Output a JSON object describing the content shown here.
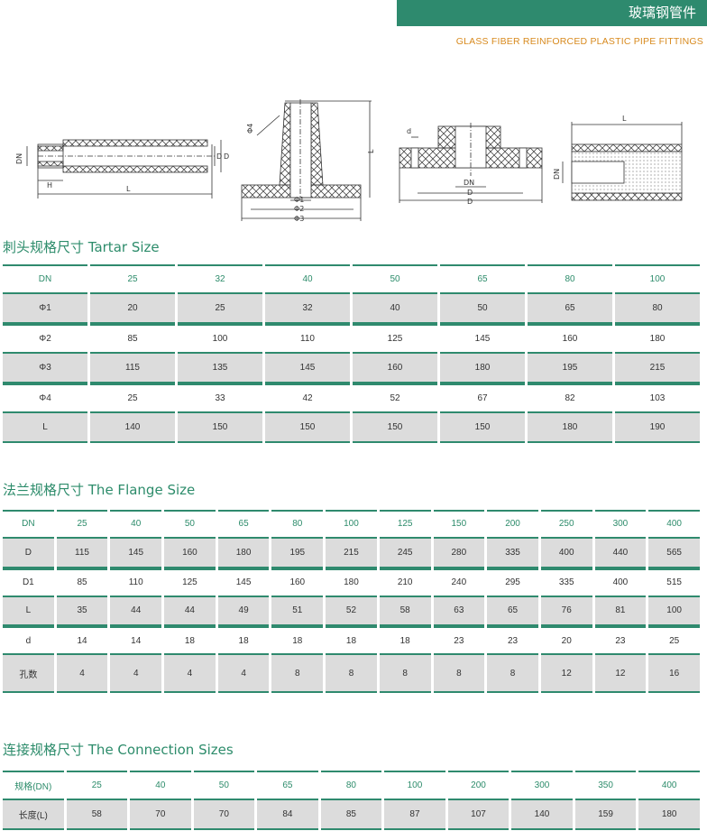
{
  "header": {
    "title_cn": "玻璃钢管件",
    "title_en": "GLASS FIBER REINFORCED PLASTIC PIPE FITTINGS"
  },
  "drawing_labels": {
    "pipe": {
      "dn": "DN",
      "d": "D",
      "d1": "D",
      "h": "H",
      "l": "L"
    },
    "tartar": {
      "phi4": "Φ4",
      "phi1": "Φ1",
      "phi2": "Φ2",
      "phi3": "Φ3",
      "l": "L"
    },
    "flange": {
      "d": "d",
      "dn": "DN",
      "d1": "D",
      "d2": "D"
    },
    "connection": {
      "l": "L",
      "dn": "DN"
    }
  },
  "tartar": {
    "title": "刺头规格尺寸 Tartar Size",
    "rows": [
      [
        "DN",
        "25",
        "32",
        "40",
        "50",
        "65",
        "80",
        "100"
      ],
      [
        "Φ1",
        "20",
        "25",
        "32",
        "40",
        "50",
        "65",
        "80"
      ],
      [
        "Φ2",
        "85",
        "100",
        "110",
        "125",
        "145",
        "160",
        "180"
      ],
      [
        "Φ3",
        "115",
        "135",
        "145",
        "160",
        "180",
        "195",
        "215"
      ],
      [
        "Φ4",
        "25",
        "33",
        "42",
        "52",
        "67",
        "82",
        "103"
      ],
      [
        "L",
        "140",
        "150",
        "150",
        "150",
        "150",
        "180",
        "190"
      ]
    ]
  },
  "flange": {
    "title": "法兰规格尺寸 The Flange Size",
    "rows": [
      [
        "DN",
        "25",
        "40",
        "50",
        "65",
        "80",
        "100",
        "125",
        "150",
        "200",
        "250",
        "300",
        "400"
      ],
      [
        "D",
        "115",
        "145",
        "160",
        "180",
        "195",
        "215",
        "245",
        "280",
        "335",
        "400",
        "440",
        "565"
      ],
      [
        "D1",
        "85",
        "110",
        "125",
        "145",
        "160",
        "180",
        "210",
        "240",
        "295",
        "335",
        "400",
        "515"
      ],
      [
        "L",
        "35",
        "44",
        "44",
        "49",
        "51",
        "52",
        "58",
        "63",
        "65",
        "76",
        "81",
        "100"
      ],
      [
        "d",
        "14",
        "14",
        "18",
        "18",
        "18",
        "18",
        "18",
        "23",
        "23",
        "20",
        "23",
        "25"
      ],
      [
        "孔数",
        "4",
        "4",
        "4",
        "4",
        "8",
        "8",
        "8",
        "8",
        "8",
        "12",
        "12",
        "16"
      ]
    ]
  },
  "connection": {
    "title": "连接规格尺寸 The Connection Sizes",
    "rows": [
      [
        "规格(DN)",
        "25",
        "40",
        "50",
        "65",
        "80",
        "100",
        "200",
        "300",
        "350",
        "400"
      ],
      [
        "长度(L)",
        "58",
        "70",
        "70",
        "84",
        "85",
        "87",
        "107",
        "140",
        "159",
        "180"
      ]
    ]
  }
}
